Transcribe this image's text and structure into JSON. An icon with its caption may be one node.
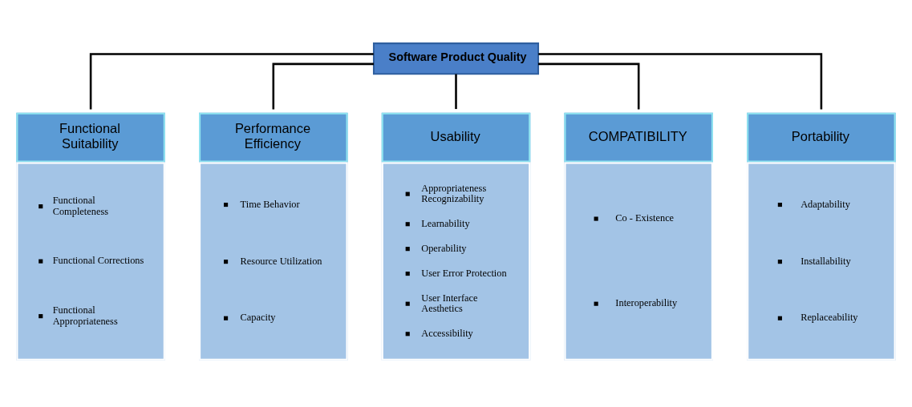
{
  "diagram": {
    "nodes": [
      {
        "text": [
          "Software Product Quality"
        ]
      },
      {
        "text": [
          "Functional Suitability",
          "Functional Completeness",
          "Functional Corrections",
          "Functional Appropriateness"
        ]
      },
      {
        "text": [
          "Performance Efficiency",
          "Time Behavior",
          "Resource Utilization",
          "Capacity"
        ]
      },
      {
        "text": [
          "Usability",
          "Appropriateness Recognizability",
          "Learnability",
          "Operability",
          "User Error Protection",
          "User Interface Aesthetics",
          "Accessibility"
        ]
      },
      {
        "text": [
          "COMPATIBILITY",
          "Co - Existence",
          "Interoperability"
        ]
      },
      {
        "text": [
          "Portability",
          "Adaptability",
          "Installability",
          "Replaceability"
        ]
      }
    ],
    "edges": [
      {
        "from": 0,
        "to": 1,
        "arrow": "none"
      },
      {
        "from": 0,
        "to": 2,
        "arrow": "none"
      },
      {
        "from": 0,
        "to": 3,
        "arrow": "none"
      },
      {
        "from": 0,
        "to": 4,
        "arrow": "none"
      },
      {
        "from": 0,
        "to": 5,
        "arrow": "none"
      }
    ]
  }
}
